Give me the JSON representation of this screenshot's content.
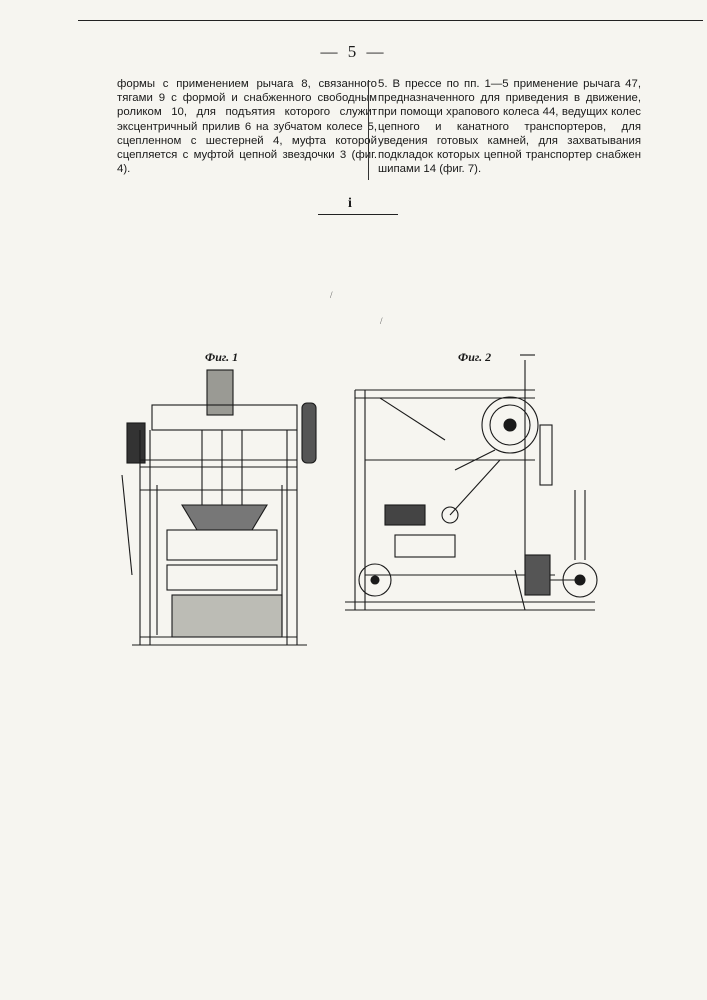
{
  "page": {
    "number": "— 5 —"
  },
  "left_column": {
    "text": "формы с применением рычага 8, связанного тягами 9 с формой и снабженного свободным роликом 10, для подъятия которого служит эксцентричный прилив 6 на зубчатом колесе 5, сцепленном с шестерней 4, муфта которой сцепляется с муфтой цепной звездочки 3 (фиг. 4)."
  },
  "right_column": {
    "text": "5. В прессе по пп. 1—5 применение рычага 47, предназначенного для приведения в движение, при помощи храпового колеса 44, ведущих колес цепного и канатного транспортеров, для уведения готовых камней, для захватывания подкладок которых цепной транспортер снабжен шипами 14 (фиг. 7)."
  },
  "end_mark": "i",
  "figures": [
    {
      "caption": "Фиг. 1"
    },
    {
      "caption": "Фиг. 2"
    }
  ],
  "colors": {
    "ink": "#1a1a1a",
    "paper": "#f6f5f0"
  }
}
